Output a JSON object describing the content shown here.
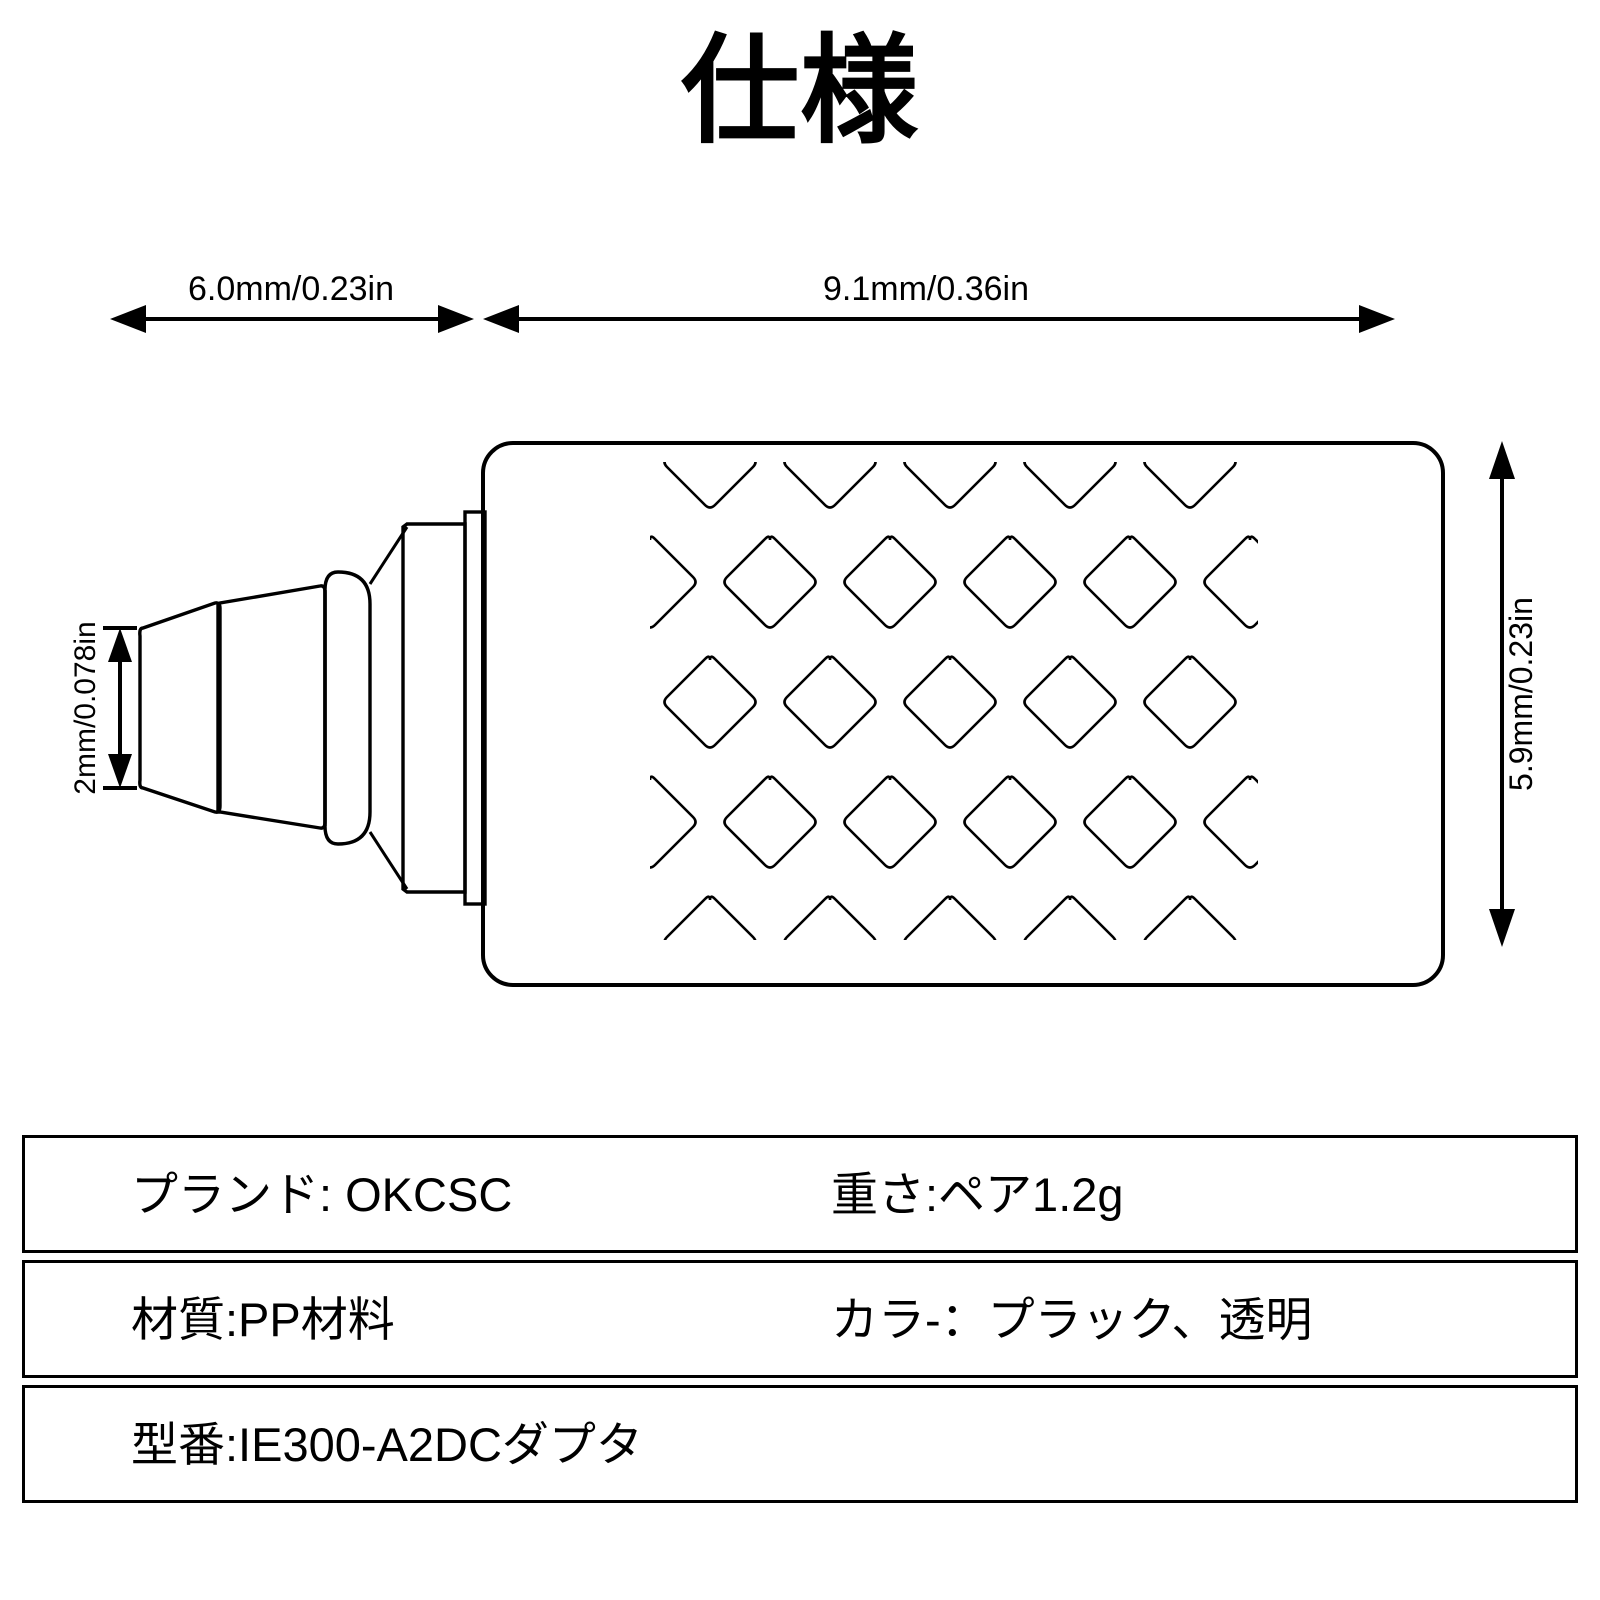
{
  "title": "仕様",
  "diagram": {
    "dimensions": {
      "connector_length": "6.0mm/0.23in",
      "body_length": "9.1mm/0.36in",
      "tip_height": "2mm/0.078in",
      "body_height": "5.9mm/0.23in"
    },
    "grille": {
      "columns": 5,
      "rows": 5,
      "pattern": "diamond-lattice"
    }
  },
  "spec_table": {
    "rows": [
      {
        "left": "プランド: OKCSC",
        "right": "重さ:ペア1.2g"
      },
      {
        "left": "材質:PP材料",
        "right": "カラ-：プラック、透明"
      },
      {
        "left": "型番:IE300-A2DCダプタ",
        "right": ""
      }
    ]
  },
  "colors": {
    "line": "#000000",
    "background": "#ffffff"
  }
}
